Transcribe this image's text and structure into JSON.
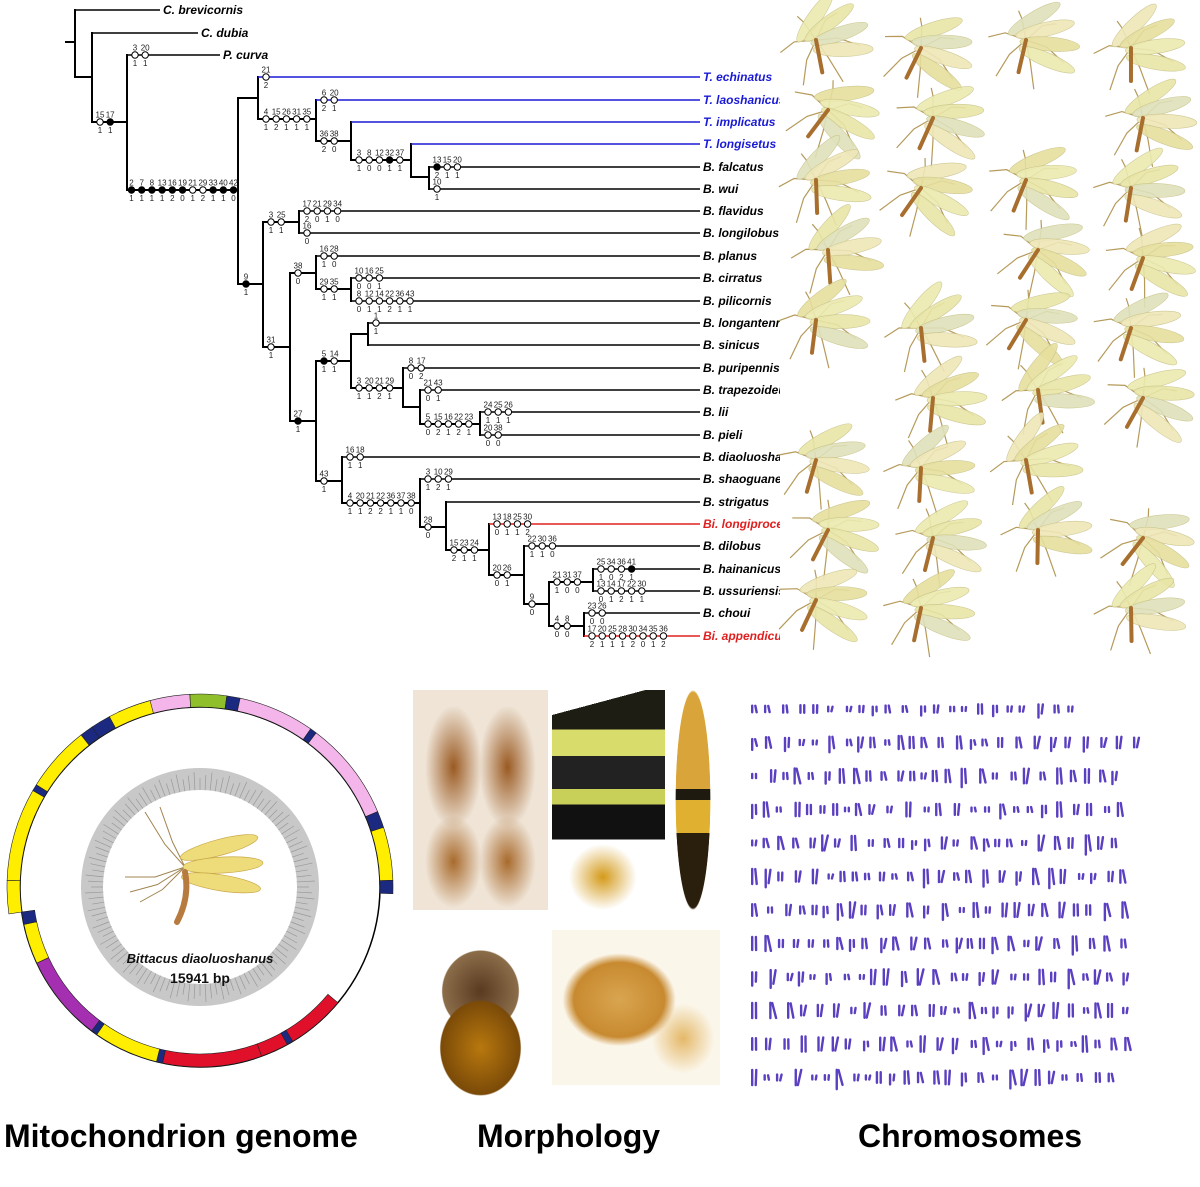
{
  "taxa": [
    {
      "name": "C. brevicornis",
      "group": "outgroup"
    },
    {
      "name": "C. dubia",
      "group": "outgroup"
    },
    {
      "name": "P. curva",
      "group": "outgroup"
    },
    {
      "name": "T. echinatus",
      "group": "terrobittacus"
    },
    {
      "name": "T. laoshanicus",
      "group": "terrobittacus"
    },
    {
      "name": "T. implicatus",
      "group": "terrobittacus"
    },
    {
      "name": "T. longisetus",
      "group": "terrobittacus"
    },
    {
      "name": "B. falcatus",
      "group": "bittacus"
    },
    {
      "name": "B. wui",
      "group": "bittacus"
    },
    {
      "name": "B. flavidus",
      "group": "bittacus"
    },
    {
      "name": "B. longilobus",
      "group": "bittacus"
    },
    {
      "name": "B. planus",
      "group": "bittacus"
    },
    {
      "name": "B. cirratus",
      "group": "bittacus"
    },
    {
      "name": "B. pilicornis",
      "group": "bittacus"
    },
    {
      "name": "B. longantennatus",
      "group": "bittacus"
    },
    {
      "name": "B. sinicus",
      "group": "bittacus"
    },
    {
      "name": "B. puripennis",
      "group": "bittacus"
    },
    {
      "name": "B. trapezoideus",
      "group": "bittacus"
    },
    {
      "name": "B. lii",
      "group": "bittacus"
    },
    {
      "name": "B. pieli",
      "group": "bittacus"
    },
    {
      "name": "B. diaoluoshanus",
      "group": "bittacus"
    },
    {
      "name": "B. shaoguanensis",
      "group": "bittacus"
    },
    {
      "name": "B. strigatus",
      "group": "bittacus"
    },
    {
      "name": "Bi. longiprocessus",
      "group": "bicaubittacus"
    },
    {
      "name": "B. dilobus",
      "group": "bittacus"
    },
    {
      "name": "B. hainanicus",
      "group": "bittacus"
    },
    {
      "name": "B. ussuriensis",
      "group": "bittacus"
    },
    {
      "name": "B. choui",
      "group": "bittacus"
    },
    {
      "name": "Bi. appendiculatus",
      "group": "bicaubittacus"
    }
  ],
  "colors": {
    "outgroup": "#000000",
    "bittacus": "#000000",
    "terrobittacus": "#1a1ad6",
    "bicaubittacus": "#e0201f"
  },
  "branches": {
    "pcurva": {
      "chars": [
        3,
        20
      ],
      "states": [
        1,
        1
      ],
      "filled": []
    },
    "ingroup": {
      "chars": [
        15,
        17
      ],
      "states": [
        1,
        1
      ],
      "filled": [
        17
      ]
    },
    "bittacidae": {
      "chars": [
        2,
        7,
        8,
        13,
        16,
        19,
        21,
        29,
        33,
        40,
        42
      ],
      "states": [
        1,
        1,
        1,
        1,
        2,
        0,
        1,
        2,
        1,
        1,
        0
      ],
      "filled": [
        2,
        7,
        8,
        13,
        16,
        19,
        33,
        40,
        42
      ]
    },
    "echinatus": {
      "chars": [
        21
      ],
      "states": [
        2
      ],
      "filled": []
    },
    "terro_rest": {
      "chars": [
        4,
        15,
        26,
        31,
        35
      ],
      "states": [
        1,
        2,
        1,
        1,
        1
      ],
      "filled": []
    },
    "laoshanicus": {
      "chars": [
        6,
        20
      ],
      "states": [
        2,
        1
      ],
      "filled": []
    },
    "n36": {
      "chars": [
        36,
        38
      ],
      "states": [
        2,
        0
      ],
      "filled": []
    },
    "n3": {
      "chars": [
        3,
        8,
        12,
        32,
        37
      ],
      "states": [
        1,
        0,
        0,
        1,
        1
      ],
      "filled": [
        32
      ]
    },
    "falcatus": {
      "chars": [
        13,
        15,
        20
      ],
      "states": [
        2,
        1,
        1
      ],
      "filled": [
        13
      ]
    },
    "wui": {
      "chars": [
        10
      ],
      "states": [
        1
      ],
      "filled": []
    },
    "n9": {
      "chars": [
        9
      ],
      "states": [
        1
      ],
      "filled": [
        9
      ]
    },
    "n325": {
      "chars": [
        3,
        25
      ],
      "states": [
        1,
        1
      ],
      "filled": []
    },
    "flavidus": {
      "chars": [
        17,
        21,
        29,
        34
      ],
      "states": [
        2,
        0,
        1,
        0
      ],
      "filled": []
    },
    "longilobus": {
      "chars": [
        16
      ],
      "states": [
        0
      ],
      "filled": []
    },
    "n31": {
      "chars": [
        31
      ],
      "states": [
        1
      ],
      "filled": []
    },
    "n38": {
      "chars": [
        38
      ],
      "states": [
        0
      ],
      "filled": []
    },
    "planus": {
      "chars": [
        16,
        28
      ],
      "states": [
        1,
        0
      ],
      "filled": []
    },
    "n2935": {
      "chars": [
        29,
        35
      ],
      "states": [
        1,
        1
      ],
      "filled": []
    },
    "cirratus": {
      "chars": [
        10,
        16,
        25
      ],
      "states": [
        0,
        0,
        1
      ],
      "filled": []
    },
    "pilicornis": {
      "chars": [
        8,
        12,
        14,
        22,
        36,
        43
      ],
      "states": [
        0,
        1,
        1,
        2,
        1,
        1
      ],
      "filled": []
    },
    "n27": {
      "chars": [
        27
      ],
      "states": [
        1
      ],
      "filled": [
        27
      ]
    },
    "n514": {
      "chars": [
        5,
        14
      ],
      "states": [
        1,
        1
      ],
      "filled": [
        5
      ]
    },
    "longantennatus": {
      "chars": [
        1
      ],
      "states": [
        1
      ],
      "filled": []
    },
    "n3202129": {
      "chars": [
        3,
        20,
        21,
        29
      ],
      "states": [
        1,
        1,
        2,
        1
      ],
      "filled": []
    },
    "puripennis": {
      "chars": [
        8,
        17
      ],
      "states": [
        0,
        2
      ],
      "filled": []
    },
    "trapezoideus": {
      "chars": [
        21,
        43
      ],
      "states": [
        0,
        1
      ],
      "filled": []
    },
    "n515": {
      "chars": [
        5,
        15,
        16,
        22,
        23
      ],
      "states": [
        0,
        2,
        1,
        2,
        1
      ],
      "filled": []
    },
    "lii": {
      "chars": [
        24,
        25,
        26
      ],
      "states": [
        1,
        1,
        1
      ],
      "filled": []
    },
    "pieli": {
      "chars": [
        20,
        38
      ],
      "states": [
        0,
        0
      ],
      "filled": []
    },
    "n43": {
      "chars": [
        43
      ],
      "states": [
        1
      ],
      "filled": []
    },
    "diaoluoshanus": {
      "chars": [
        16,
        18
      ],
      "states": [
        1,
        1
      ],
      "filled": []
    },
    "n420": {
      "chars": [
        4,
        20,
        21,
        22,
        36,
        37,
        38
      ],
      "states": [
        1,
        1,
        2,
        2,
        1,
        1,
        0
      ],
      "filled": []
    },
    "shaoguanensis": {
      "chars": [
        3,
        10,
        29
      ],
      "states": [
        1,
        2,
        1
      ],
      "filled": []
    },
    "n28": {
      "chars": [
        28
      ],
      "states": [
        0
      ],
      "filled": []
    },
    "n152324": {
      "chars": [
        15,
        23,
        24
      ],
      "states": [
        2,
        1,
        1
      ],
      "filled": []
    },
    "longiprocessus": {
      "chars": [
        13,
        18,
        25,
        30
      ],
      "states": [
        0,
        1,
        1,
        2
      ],
      "filled": []
    },
    "n2026": {
      "chars": [
        20,
        26
      ],
      "states": [
        0,
        1
      ],
      "filled": []
    },
    "dilobus": {
      "chars": [
        22,
        30,
        36
      ],
      "states": [
        1,
        1,
        0
      ],
      "filled": []
    },
    "n9b": {
      "chars": [
        9
      ],
      "states": [
        0
      ],
      "filled": []
    },
    "n213137": {
      "chars": [
        21,
        31,
        37
      ],
      "states": [
        1,
        0,
        0
      ],
      "filled": []
    },
    "hainanicus": {
      "chars": [
        25,
        34,
        36,
        41
      ],
      "states": [
        1,
        0,
        2,
        1
      ],
      "filled": [
        41
      ]
    },
    "ussuriensis": {
      "chars": [
        13,
        14,
        17,
        22,
        30
      ],
      "states": [
        0,
        1,
        2,
        1,
        1
      ],
      "filled": []
    },
    "n48": {
      "chars": [
        4,
        8
      ],
      "states": [
        0,
        0
      ],
      "filled": []
    },
    "choui": {
      "chars": [
        23,
        26
      ],
      "states": [
        0,
        0
      ],
      "filled": []
    },
    "appendiculatus": {
      "chars": [
        17,
        20,
        25,
        28,
        30,
        34,
        35,
        36
      ],
      "states": [
        2,
        1,
        1,
        1,
        2,
        0,
        1,
        2
      ],
      "filled": []
    }
  },
  "mito": {
    "species": "Bittacus diaoluoshanus",
    "length": "15941 bp",
    "gene_colors": {
      "cox": "#f4b6ea",
      "atp": "#8fbf2a",
      "nad": "#ffee00",
      "cob": "#a42fb0",
      "rrn": "#e0102a",
      "trn": "#1b2a80"
    }
  },
  "chromosome_color": "#5a3fc0",
  "captions": {
    "mito": "Mitochondrion genome",
    "morphology": "Morphology",
    "chromosomes": "Chromosomes"
  }
}
